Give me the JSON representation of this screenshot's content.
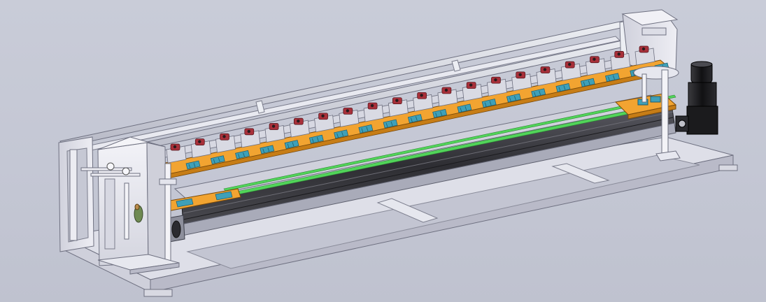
{
  "scene": {
    "kind": "cad-isometric-render",
    "station_count": 20,
    "lower_station_count": 2,
    "colors": {
      "background": "#c7cad6",
      "frame": "#e4e4ec",
      "frame_shadow": "#9a9cab",
      "conveyor_belt": "#3e3e44",
      "guide_rail": "#52d45a",
      "carrier_plate": "#f2a431",
      "clamp_block": "#3fa0b8",
      "gripper_head": "#a8303a",
      "motor": "#1b1b1d",
      "post": "#f2f2f6"
    }
  }
}
